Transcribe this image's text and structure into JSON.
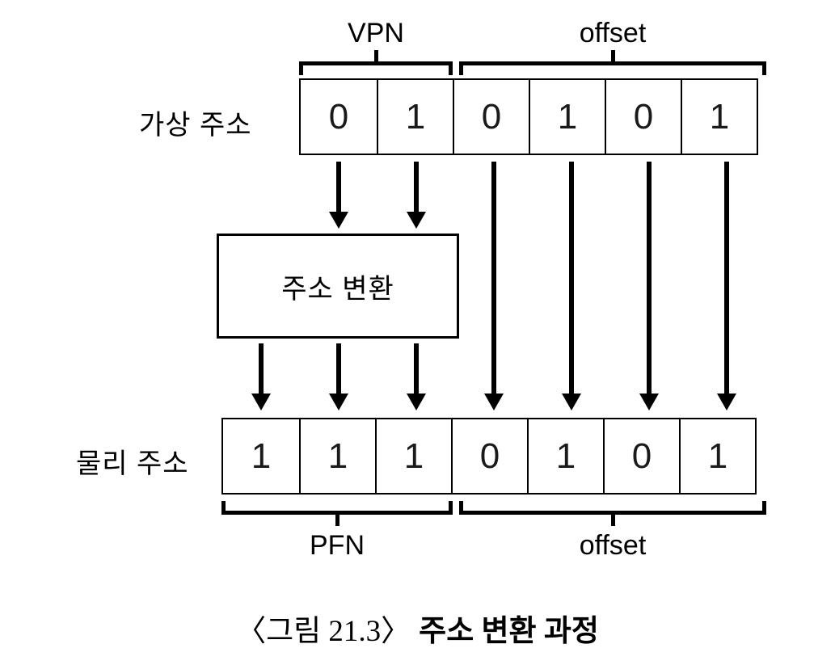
{
  "figure": {
    "virtual_address": {
      "label": "가상 주소",
      "bits": [
        "0",
        "1",
        "0",
        "1",
        "0",
        "1"
      ],
      "fields": [
        {
          "name": "VPN",
          "bit_count": 2
        },
        {
          "name": "offset",
          "bit_count": 4
        }
      ]
    },
    "translation_box": {
      "label": "주소 변환"
    },
    "physical_address": {
      "label": "물리 주소",
      "bits": [
        "1",
        "1",
        "1",
        "0",
        "1",
        "0",
        "1"
      ],
      "fields": [
        {
          "name": "PFN",
          "bit_count": 3
        },
        {
          "name": "offset",
          "bit_count": 4
        }
      ]
    },
    "caption": {
      "number": "〈그림 21.3〉",
      "title": "주소 변환 과정"
    },
    "colors": {
      "line": "#000000",
      "background": "#ffffff",
      "text": "#000000"
    }
  }
}
